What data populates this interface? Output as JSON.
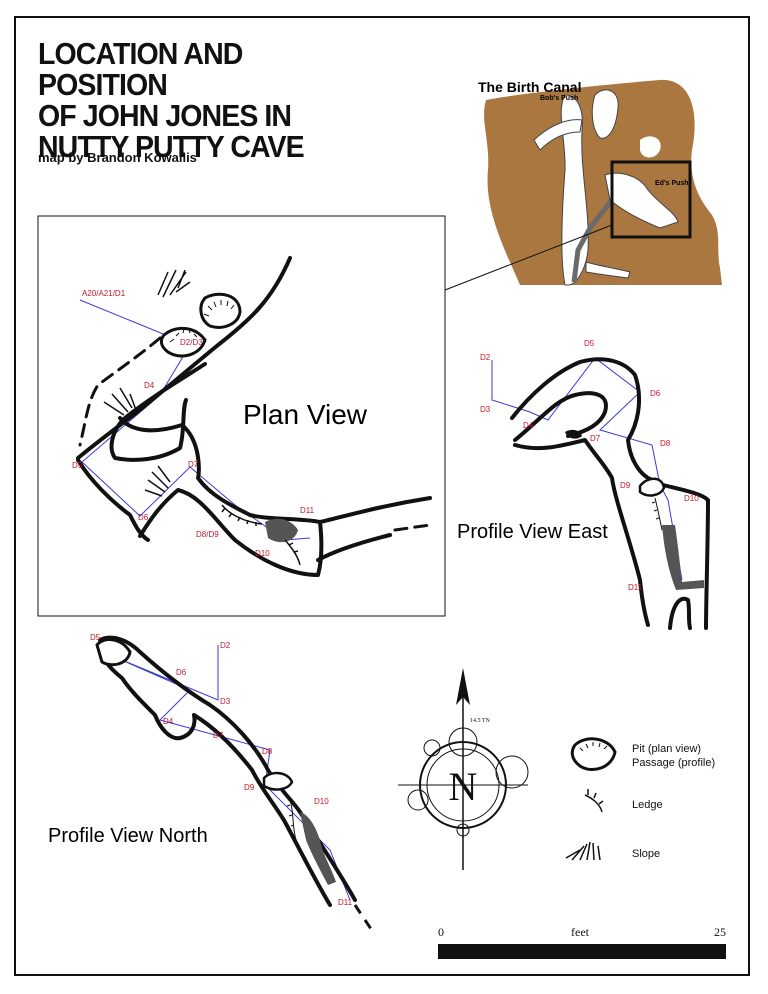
{
  "title_lines": [
    "LOCATION AND POSITION",
    "OF JOHN JONES IN",
    "NUTTY PUTTY CAVE"
  ],
  "byline": "map by Brandon Kowallis",
  "inset": {
    "title": "The Birth Canal",
    "bobs_push": "Bob's Push",
    "eds_push": "Ed's Push"
  },
  "plan_view": {
    "title": "Plan View",
    "stations": {
      "a20": "A20/A21/D1",
      "d2d3": "D2/D3",
      "d4": "D4",
      "d5": "D5",
      "d6": "D6",
      "d7": "D7",
      "d8d9": "D8/D9",
      "d10": "D10",
      "d11": "D11"
    }
  },
  "profile_east": {
    "title": "Profile View East",
    "stations": {
      "d2": "D2",
      "d3": "D3",
      "d4": "D4",
      "d5": "D5",
      "d6": "D6",
      "d7": "D7",
      "d8": "D8",
      "d9": "D9",
      "d10": "D10",
      "d11": "D11"
    }
  },
  "profile_north": {
    "title": "Profile View North",
    "stations": {
      "d2": "D2",
      "d3": "D3",
      "d4": "D4",
      "d5": "D5",
      "d6": "D6",
      "d7": "D7",
      "d8": "D8",
      "d9": "D9",
      "d10": "D10",
      "d11": "D11"
    }
  },
  "compass": {
    "letter": "N",
    "declination": "14.5 TN"
  },
  "legend": [
    {
      "icon": "pit-symbol",
      "lines": [
        "Pit (plan view)",
        "Passage (profile)"
      ]
    },
    {
      "icon": "ledge-symbol",
      "lines": [
        "Ledge"
      ]
    },
    {
      "icon": "slope-symbol",
      "lines": [
        "Slope"
      ]
    }
  ],
  "scale": {
    "min": "0",
    "unit": "feet",
    "max": "25"
  },
  "colors": {
    "line": "#111111",
    "survey": "#3a3ad6",
    "station": "#c0182a",
    "rock": "#a9773f",
    "shade": "#555555"
  }
}
